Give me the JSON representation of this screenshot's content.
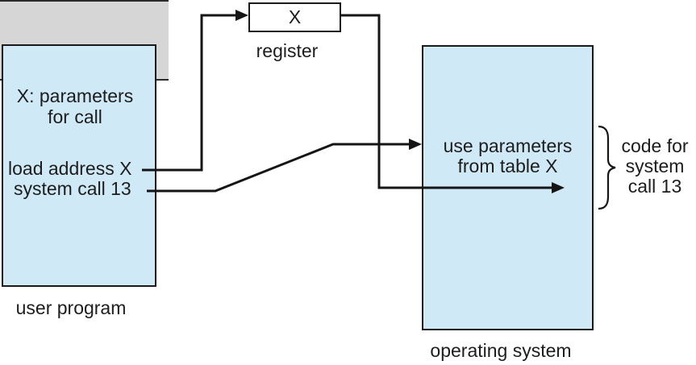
{
  "register": {
    "value": "X",
    "label": "register"
  },
  "user_program": {
    "label": "user program",
    "params_line1": "X: parameters",
    "params_line2": "for call",
    "instruction_load": "load address X",
    "instruction_syscall": "system call 13"
  },
  "operating_system": {
    "label": "operating system",
    "handler_line1": "use parameters",
    "handler_line2": "from table X"
  },
  "annotation": {
    "line1": "code for",
    "line2": "system",
    "line3": "call 13"
  },
  "arrows": [
    {
      "from": "load address X",
      "to": "register"
    },
    {
      "from": "register",
      "to": "use parameters from table X"
    },
    {
      "from": "system call 13",
      "to": "use parameters from table X"
    }
  ],
  "colors": {
    "box_fill": "#cfe9f7",
    "table_fill": "#d6d6d6",
    "stroke": "#1a1a1a"
  }
}
